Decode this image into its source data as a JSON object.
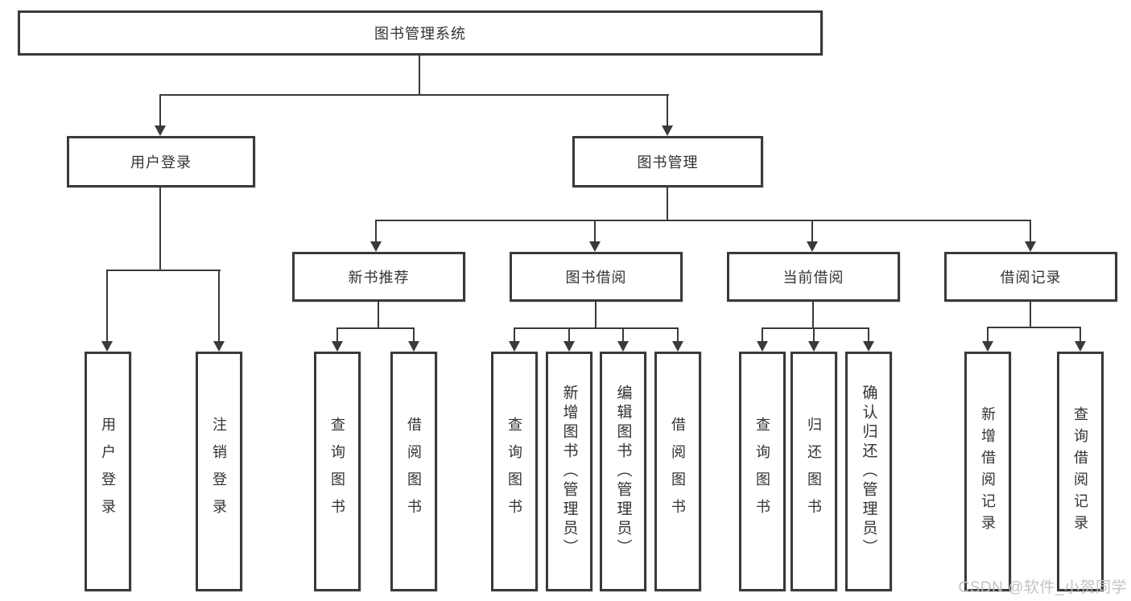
{
  "diagram": {
    "root": {
      "label": "图书管理系统",
      "children": [
        {
          "label": "用户登录",
          "children": [
            {
              "label": "用户登录"
            },
            {
              "label": "注销登录"
            }
          ]
        },
        {
          "label": "图书管理",
          "children": [
            {
              "label": "新书推荐",
              "children": [
                {
                  "label": "查询图书"
                },
                {
                  "label": "借阅图书"
                }
              ]
            },
            {
              "label": "图书借阅",
              "children": [
                {
                  "label": "查询图书"
                },
                {
                  "label": "新增图书（管理员）"
                },
                {
                  "label": "编辑图书（管理员）"
                },
                {
                  "label": "借阅图书"
                }
              ]
            },
            {
              "label": "当前借阅",
              "children": [
                {
                  "label": "查询图书"
                },
                {
                  "label": "归还图书"
                },
                {
                  "label": "确认归还（管理员）"
                }
              ]
            },
            {
              "label": "借阅记录",
              "children": [
                {
                  "label": "新增借阅记录"
                },
                {
                  "label": "查询借阅记录"
                }
              ]
            }
          ]
        }
      ]
    }
  },
  "colors": {
    "line": "#3a3a3a",
    "text": "#333333",
    "watermark": "#c3c3c3",
    "background": "#ffffff"
  },
  "watermark": {
    "text": "CSDN @软件_小贺同学"
  }
}
